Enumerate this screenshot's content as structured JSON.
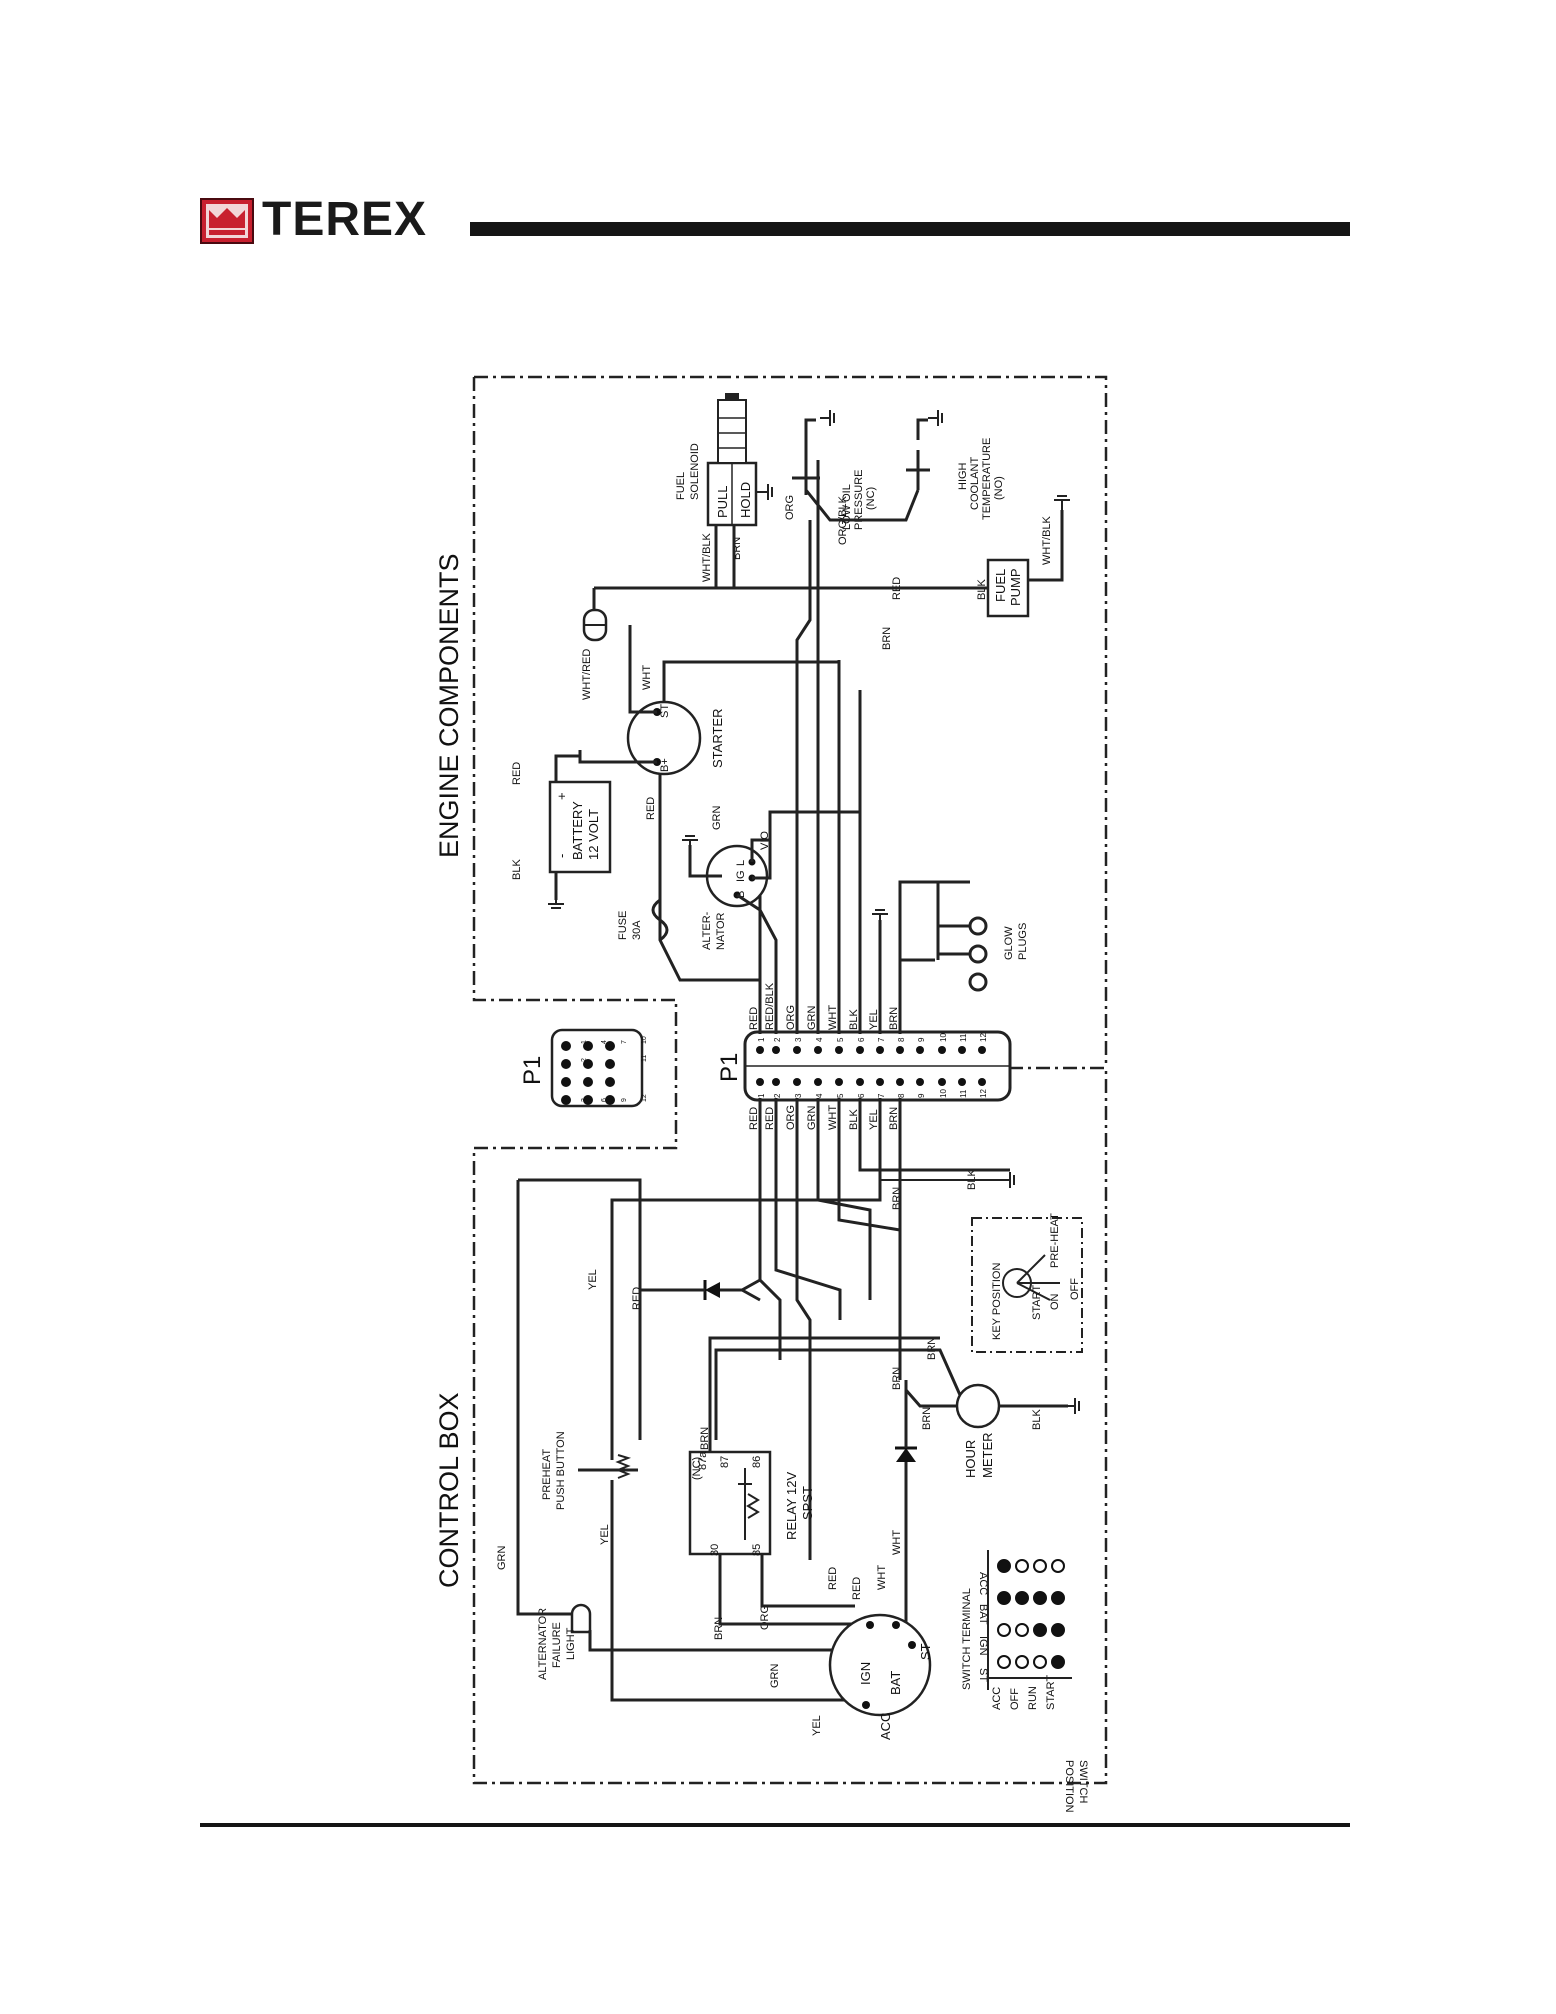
{
  "header": {
    "brand": "TEREX"
  },
  "sections": {
    "engine": "ENGINE COMPONENTS",
    "control": "CONTROL BOX"
  },
  "connector": {
    "name": "P1",
    "detail_name": "P1",
    "pins_top": [
      "1",
      "2",
      "3",
      "4",
      "5",
      "6",
      "7",
      "8",
      "9",
      "10",
      "11",
      "12"
    ],
    "pins_bottom": [
      "1",
      "2",
      "3",
      "4",
      "5",
      "6",
      "7",
      "8",
      "9",
      "10",
      "11",
      "12"
    ],
    "detail_pins": [
      "1",
      "4",
      "7",
      "10",
      "2",
      "11",
      "3",
      "6",
      "9",
      "12"
    ]
  },
  "wires": {
    "engine_side": [
      "RED",
      "RED/BLK",
      "ORG",
      "GRN",
      "WHT",
      "BLK",
      "YEL",
      "BRN"
    ],
    "control_side": [
      "RED",
      "RED",
      "ORG",
      "GRN",
      "WHT",
      "BLK",
      "YEL",
      "BRN"
    ]
  },
  "components": {
    "fuel_solenoid": {
      "title1": "FUEL",
      "title2": "SOLENOID",
      "pull": "PULL",
      "hold": "HOLD"
    },
    "low_oil": [
      "LOW OIL",
      "PRESSURE",
      "(NC)"
    ],
    "high_coolant": [
      "HIGH",
      "COOLANT",
      "TEMPERATURE",
      "(NO)"
    ],
    "fuel_pump": [
      "FUEL",
      "PUMP"
    ],
    "starter": {
      "name": "STARTER",
      "st": "ST",
      "bplus": "B+"
    },
    "battery": {
      "l1": "BATTERY",
      "l2": "12 VOLT",
      "minus": "-",
      "plus": "+"
    },
    "alternator": {
      "l1": "ALTER-",
      "l2": "NATOR",
      "b": "B",
      "ig": "IG",
      "l": "L"
    },
    "fuse": [
      "FUSE",
      "30A"
    ],
    "glow_plugs": [
      "GLOW",
      "PLUGS"
    ],
    "preheat": [
      "PREHEAT",
      "PUSH BUTTON"
    ],
    "relay": {
      "l1": "RELAY 12V",
      "l2": "SPST",
      "t87a": "87a",
      "t87": "87",
      "t86": "86",
      "t30": "30",
      "t85": "85",
      "nc": "(NC)"
    },
    "hour_meter": [
      "HOUR",
      "METER"
    ],
    "alt_fail": [
      "ALTERNATOR",
      "FAILURE",
      "LIGHT"
    ],
    "key_position": {
      "title": "KEY POSITION",
      "start": "START",
      "on": "ON",
      "off": "OFF",
      "preheat": "PRE-HEAT"
    },
    "ignition": {
      "ign": "IGN",
      "bat": "BAT",
      "st": "ST",
      "acc": "ACC"
    }
  },
  "wire_labels": {
    "wht_blk": "WHT/BLK",
    "brn": "BRN",
    "org": "ORG",
    "org_blk": "ORG/BLK",
    "red": "RED",
    "blk": "BLK",
    "wht_red": "WHT/RED",
    "wht": "WHT",
    "grn": "GRN",
    "vio": "VIO",
    "yel": "YEL"
  },
  "switch_table": {
    "title": "SWITCH TERMINAL",
    "position_title": [
      "SWITCH",
      "POSITION"
    ],
    "terminals": [
      "ACC",
      "BAT",
      "IGN",
      "ST"
    ],
    "positions": [
      "ACC",
      "OFF",
      "RUN",
      "START"
    ],
    "matrix": [
      [
        true,
        true,
        false,
        false
      ],
      [
        false,
        true,
        false,
        false
      ],
      [
        false,
        true,
        true,
        false
      ],
      [
        false,
        true,
        true,
        true
      ]
    ]
  }
}
